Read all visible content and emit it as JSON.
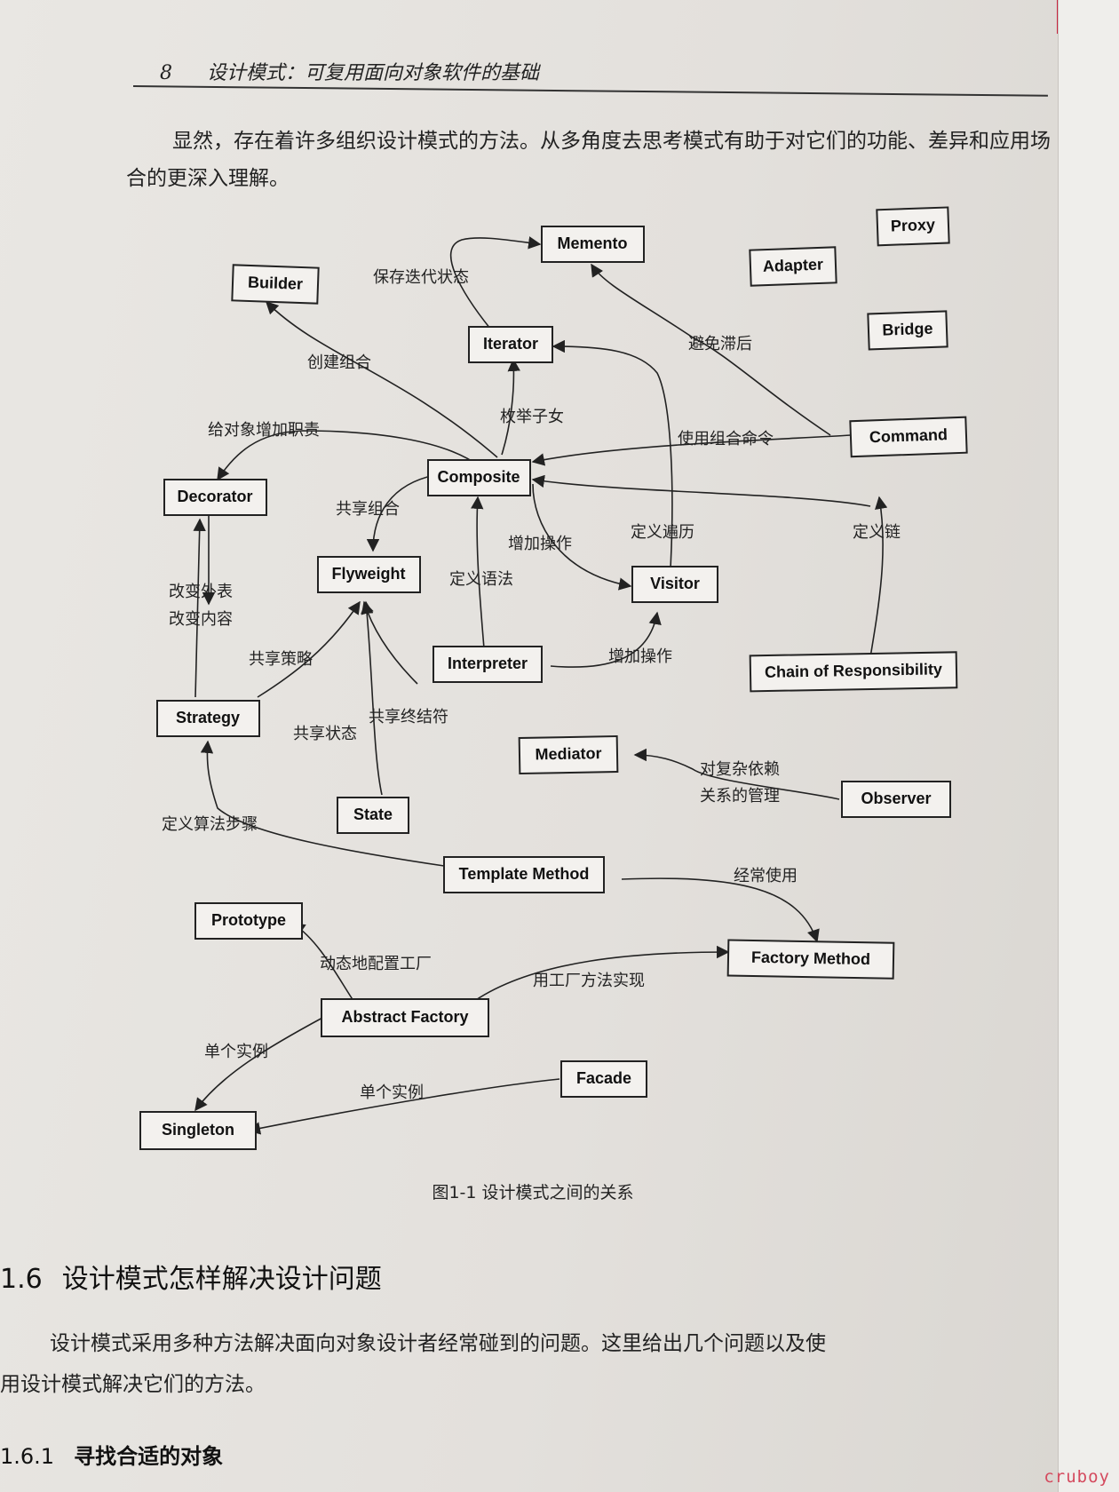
{
  "header": {
    "page_number": "8",
    "book_title": "设计模式：可复用面向对象软件的基础"
  },
  "intro_paragraph": "显然，存在着许多组织设计模式的方法。从多角度去思考模式有助于对它们的功能、差异和应用场合的更深入理解。",
  "diagram": {
    "patterns": {
      "memento": "Memento",
      "proxy": "Proxy",
      "builder": "Builder",
      "adapter": "Adapter",
      "iterator": "Iterator",
      "bridge": "Bridge",
      "command": "Command",
      "decorator": "Decorator",
      "composite": "Composite",
      "flyweight": "Flyweight",
      "visitor": "Visitor",
      "interpreter": "Interpreter",
      "chain": "Chain of Responsibility",
      "strategy": "Strategy",
      "mediator": "Mediator",
      "observer": "Observer",
      "state": "State",
      "template_method": "Template Method",
      "prototype": "Prototype",
      "factory_method": "Factory Method",
      "abstract_factory": "Abstract Factory",
      "facade": "Facade",
      "singleton": "Singleton"
    },
    "relations": {
      "save_iteration_state": "保存迭代状态",
      "create_composite": "创建组合",
      "avoid_lag": "避免滞后",
      "enumerate_children": "枚举子女",
      "add_responsibilities": "给对象增加职责",
      "use_composite_command": "使用组合命令",
      "share_composites": "共享组合",
      "add_operations_1": "增加操作",
      "define_traversal": "定义遍历",
      "define_chain": "定义链",
      "define_grammar": "定义语法",
      "change_skin": "改变外表",
      "change_guts": "改变内容",
      "share_strategies": "共享策略",
      "add_operations_2": "增加操作",
      "share_terminals": "共享终结符",
      "share_state": "共享状态",
      "manage_dependencies_1": "对复杂依赖",
      "manage_dependencies_2": "关系的管理",
      "define_algorithm_steps": "定义算法步骤",
      "often_uses": "经常使用",
      "configure_factory": "动态地配置工厂",
      "implement_using": "用工厂方法实现",
      "single_instance_1": "单个实例",
      "single_instance_2": "单个实例"
    }
  },
  "caption": "图1-1   设计模式之间的关系",
  "section": {
    "number": "1.6",
    "title": "设计模式怎样解决设计问题"
  },
  "section_paragraph": {
    "line1": "设计模式采用多种方法解决面向对象设计者经常碰到的问题。这里给出几个问题以及使",
    "line2": "用设计模式解决它们的方法。"
  },
  "subsection": {
    "number": "1.6.1",
    "title": "寻找合适的对象"
  },
  "watermark": "cruboy"
}
